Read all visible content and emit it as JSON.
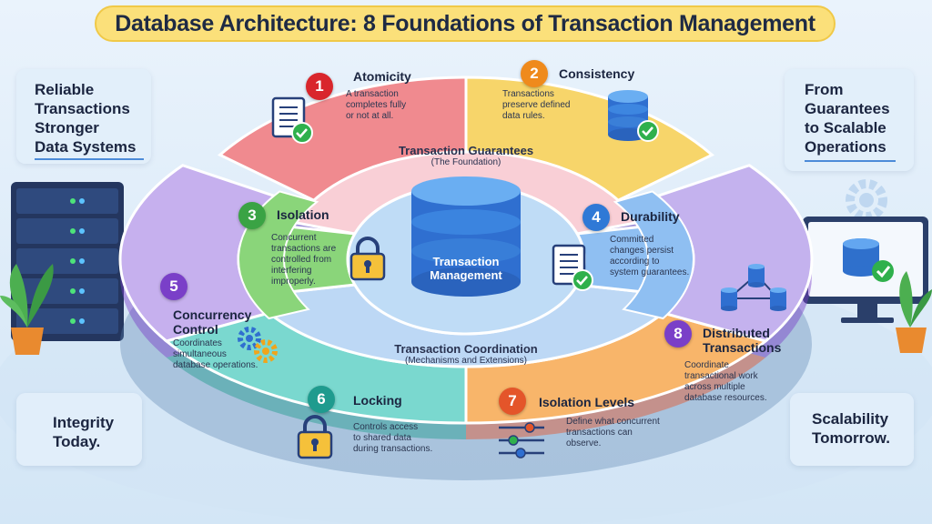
{
  "title": "Database Architecture: 8 Foundations of Transaction Management",
  "side": {
    "top_left": [
      "Reliable",
      "Transactions",
      "Stronger",
      "Data Systems"
    ],
    "top_right": [
      "From",
      "Guarantees",
      "to Scalable",
      "Operations"
    ],
    "bottom_left": [
      "Integrity",
      "Today."
    ],
    "bottom_right": [
      "Scalability",
      "Tomorrow."
    ]
  },
  "center": {
    "label": [
      "Transaction",
      "Management"
    ]
  },
  "rings": {
    "inner": {
      "title": "Transaction Guarantees",
      "subtitle": "(The Foundation)"
    },
    "outer": {
      "title": "Transaction Coordination",
      "subtitle": "(Mechanisms and Extensions)"
    }
  },
  "sections": [
    {
      "number": "1",
      "title": "Atomicity",
      "desc": [
        "A transaction",
        "completes fully",
        "or not at all."
      ],
      "color": "#f08a8f",
      "badge": "#d9262c",
      "icon": "document-check-icon"
    },
    {
      "number": "2",
      "title": "Consistency",
      "desc": [
        "Transactions",
        "preserve defined",
        "data rules."
      ],
      "color": "#f7d56a",
      "badge": "#ef8a1c",
      "icon": "database-check-icon"
    },
    {
      "number": "3",
      "title": "Isolation",
      "desc": [
        "Concurrent",
        "transactions are",
        "controlled from",
        "interfering",
        "improperly."
      ],
      "color": "#8ad57a",
      "badge": "#3aa344",
      "icon": "padlock-icon"
    },
    {
      "number": "4",
      "title": "Durability",
      "desc": [
        "Committed",
        "changes persist",
        "according to",
        "system guarantees."
      ],
      "color": "#8fbff2",
      "badge": "#2f79d6",
      "icon": "document-check-icon"
    },
    {
      "number": "5",
      "title": "Concurrency",
      "title2": "Control",
      "desc": [
        "Coordinates",
        "simultaneous",
        "database operations."
      ],
      "color": "#c6b0ee",
      "badge": "#7a3fc8",
      "icon": "gears-icon"
    },
    {
      "number": "6",
      "title": "Locking",
      "desc": [
        "Controls access",
        "to shared data",
        "during transactions."
      ],
      "color": "#7ad8cf",
      "badge": "#1f9b8e",
      "icon": "padlock-icon"
    },
    {
      "number": "7",
      "title": "Isolation Levels",
      "desc": [
        "Define what concurrent",
        "transactions can",
        "observe."
      ],
      "color": "#f8b56a",
      "badge": "#e4552a",
      "icon": "sliders-icon"
    },
    {
      "number": "8",
      "title": "Distributed",
      "title2": "Transactions",
      "desc": [
        "Coordinate",
        "transactional work",
        "across multiple",
        "database resources."
      ],
      "color": "#c4b2ee",
      "badge": "#7a3fc8",
      "icon": "network-databases-icon"
    }
  ]
}
